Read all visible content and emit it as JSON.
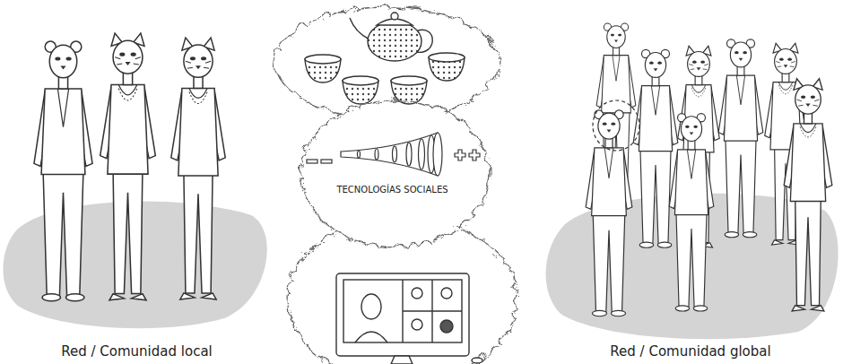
{
  "diagram": {
    "nodes": [
      {
        "text": [
          "Red / Comunidad local"
        ]
      },
      {
        "text": [
          "TECNOLOGÍAS SOCIALES"
        ]
      },
      {
        "text": [
          "Red / Comunidad global"
        ]
      }
    ]
  }
}
